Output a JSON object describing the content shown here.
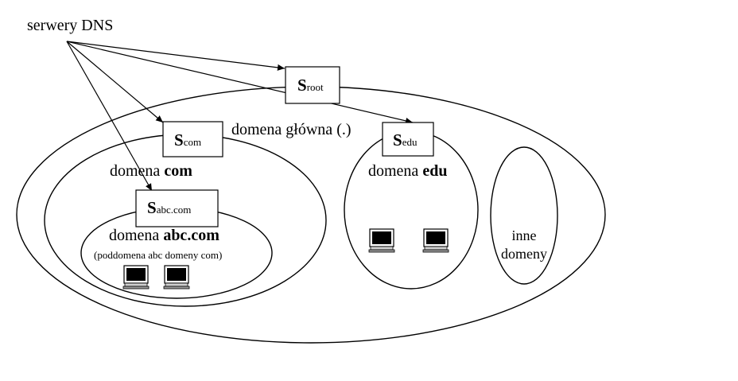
{
  "title": "serwery DNS",
  "servers": {
    "root": {
      "letter": "S",
      "sub": "root"
    },
    "com": {
      "letter": "S",
      "sub": "com"
    },
    "edu": {
      "letter": "S",
      "sub": "edu"
    },
    "abc": {
      "letter": "S",
      "sub": "abc.com"
    }
  },
  "domains": {
    "main": {
      "label": "domena główna (.)"
    },
    "com": {
      "prefix": "domena ",
      "name": "com"
    },
    "edu": {
      "prefix": "domena ",
      "name": "edu"
    },
    "abc": {
      "prefix": "domena ",
      "name": "abc.com",
      "note": "(poddomena abc domeny com)"
    },
    "other": {
      "line1": "inne",
      "line2": "domeny"
    }
  },
  "icons": [
    "computer-icon"
  ]
}
